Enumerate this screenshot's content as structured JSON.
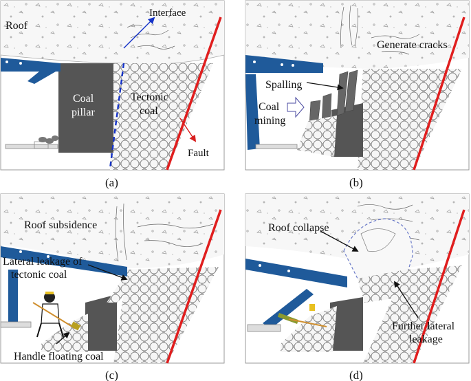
{
  "panels": {
    "a": {
      "caption": "(a)",
      "labels": {
        "roof": "Roof",
        "interface": "Interface",
        "coal_pillar_1": "Coal",
        "coal_pillar_2": "pillar",
        "tectonic_coal_1": "Tectonic",
        "tectonic_coal_2": "coal",
        "fault": "Fault"
      }
    },
    "b": {
      "caption": "(b)",
      "labels": {
        "generate_cracks": "Generate cracks",
        "spalling": "Spalling",
        "coal_mining_1": "Coal",
        "coal_mining_2": "mining"
      }
    },
    "c": {
      "caption": "(c)",
      "labels": {
        "roof_subsidence": "Roof subsidence",
        "lateral_leakage_1": "Lateral leakage of",
        "lateral_leakage_2": "tectonic coal",
        "handle_floating_coal": "Handle floating coal"
      }
    },
    "d": {
      "caption": "(d)",
      "labels": {
        "roof_collapse": "Roof collapse",
        "further_lateral_1": "Further lateral",
        "further_lateral_2": "leakage"
      }
    }
  },
  "colors": {
    "support": "#1f5a9a",
    "pillar": "#555555",
    "fault": "#e01e1e",
    "interface": "#1432c8",
    "arrow_red": "#d81e1e",
    "arrow_blue": "#1432c8"
  }
}
